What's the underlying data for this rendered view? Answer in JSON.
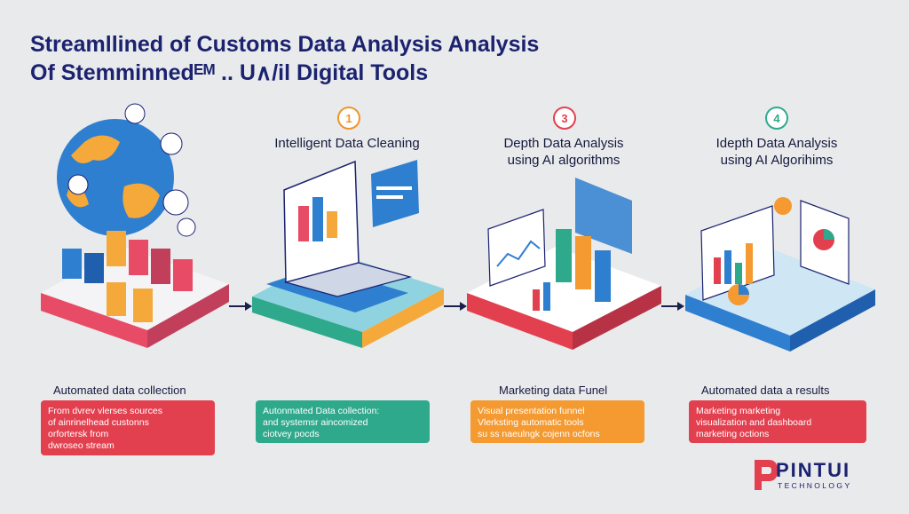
{
  "title": {
    "line1": "Streamllined of Customs Data Analysis Analysis",
    "line2": "Of Stemminnedᴱᴹ .. U∧/il Digital Tools"
  },
  "steps": [
    {
      "badge": "",
      "label_lines": [],
      "caption": "Automated data collection",
      "desc_lines": [
        "From dvrev vlerses sources",
        "of ainrinelhead custonns",
        "orfortersk from",
        "dwroseo stream"
      ],
      "desc_color": "#e3404f",
      "badge_color": ""
    },
    {
      "badge": "1",
      "label_lines": [
        "Intelligent Data Cleaning"
      ],
      "caption": "",
      "desc_lines": [
        "Autonmated Data collection:",
        "and systemsr aincomized",
        "ciotvey pocds"
      ],
      "desc_color": "#2fa98c",
      "badge_color": "#f0932b"
    },
    {
      "badge": "3",
      "label_lines": [
        "Depth Data Analysis",
        "using AI algorithms"
      ],
      "caption": "Marketing data Funel",
      "desc_lines": [
        "Visual presentation funnel",
        "Vlerksting automatic tools",
        "su ss naeulngk cojenn ocfons"
      ],
      "desc_color": "#f49a31",
      "badge_color": "#e3404f"
    },
    {
      "badge": "4",
      "label_lines": [
        "Idepth Data Analysis",
        "using AI Algorihims"
      ],
      "caption": "Automated data a results",
      "desc_lines": [
        "Marketing marketing",
        "visualization and dashboard",
        "marketing octions"
      ],
      "desc_color": "#e3404f",
      "badge_color": "#2fa98c"
    }
  ],
  "logo": {
    "word": "PINTUI",
    "sub": "TECHNOLOGY",
    "mark": "P"
  },
  "colors": {
    "navy": "#1b2270",
    "red": "#e3404f",
    "teal": "#2fa98c",
    "orange": "#f49a31",
    "blue": "#2f7fd0"
  }
}
